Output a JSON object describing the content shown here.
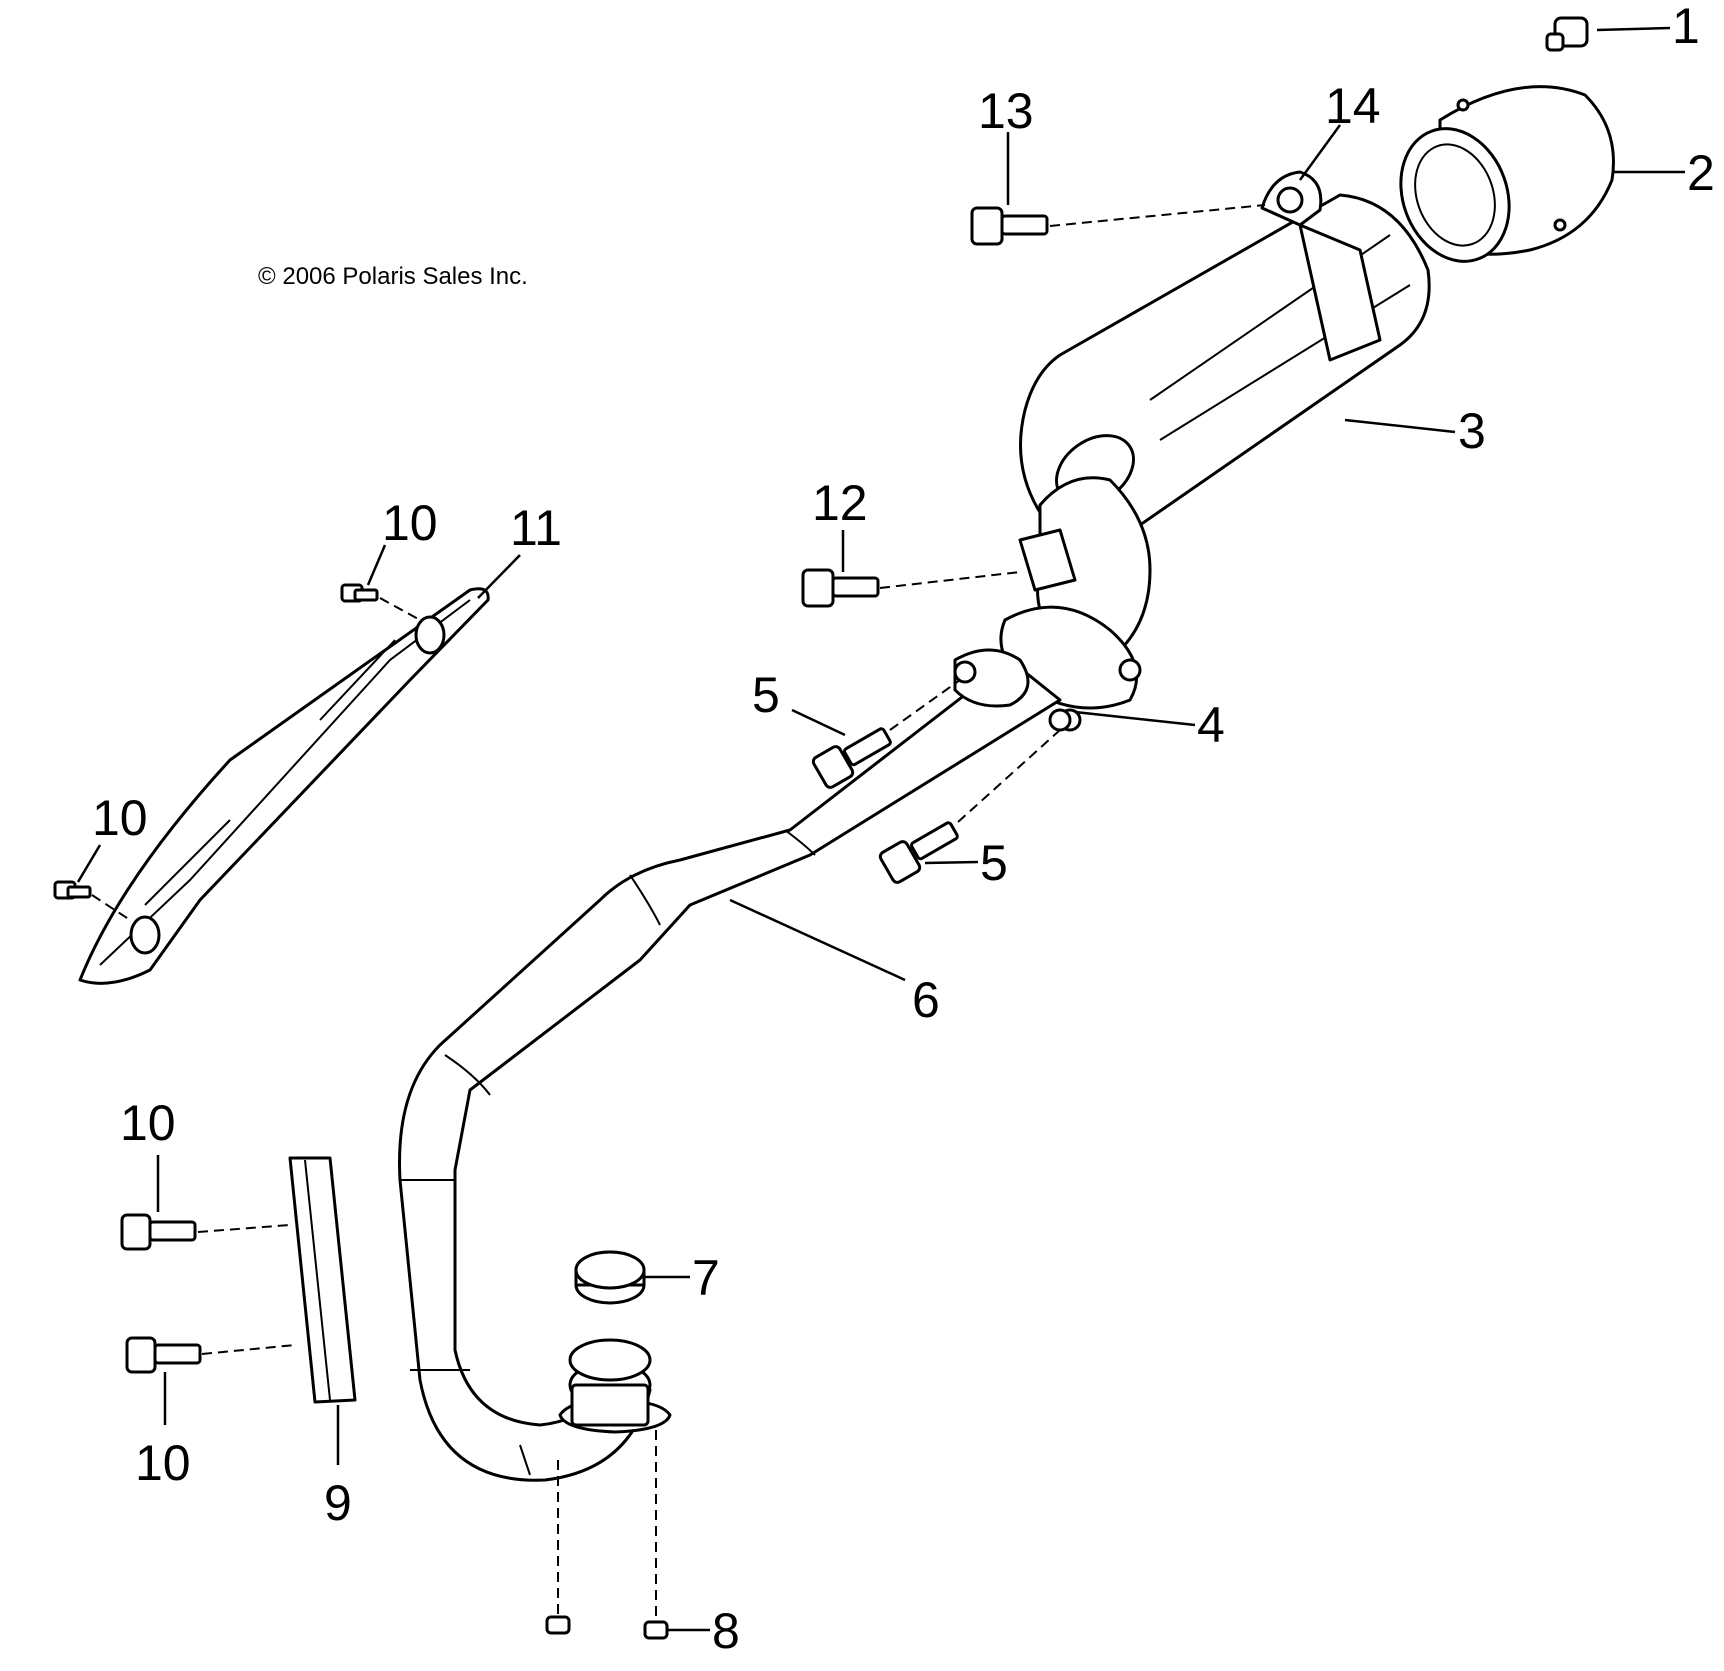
{
  "copyright": "© 2006 Polaris Sales Inc.",
  "callouts": {
    "c1": "1",
    "c2": "2",
    "c3": "3",
    "c4": "4",
    "c5a": "5",
    "c5b": "5",
    "c6": "6",
    "c7": "7",
    "c8": "8",
    "c9": "9",
    "c10a": "10",
    "c10b": "10",
    "c10c": "10",
    "c10d": "10",
    "c11": "11",
    "c12": "12",
    "c13": "13",
    "c14": "14"
  }
}
